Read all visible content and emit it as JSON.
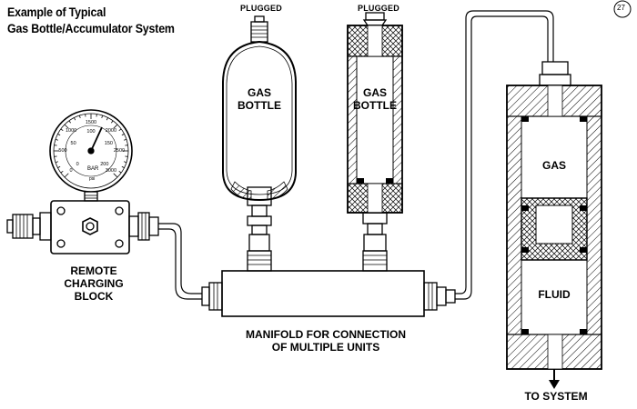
{
  "title": {
    "line1": "Example of Typical",
    "line2": "Gas Bottle/Accumulator System"
  },
  "page_number": "27",
  "labels": {
    "plugged_left": "PLUGGED",
    "plugged_right": "PLUGGED",
    "gas_bottle_left": [
      "GAS",
      "BOTTLE"
    ],
    "gas_bottle_right": [
      "GAS",
      "BOTTLE"
    ],
    "accumulator_gas": "GAS",
    "accumulator_fluid": "FLUID",
    "to_system": "TO SYSTEM",
    "remote_charging_block": [
      "REMOTE",
      "CHARGING",
      "BLOCK"
    ],
    "manifold": [
      "MANIFOLD FOR CONNECTION",
      "OF MULTIPLE UNITS"
    ]
  },
  "gauge": {
    "outer_scale": [
      "0",
      "500",
      "1000",
      "1500",
      "2000",
      "2500",
      "3000"
    ],
    "inner_scale": [
      "0",
      "50",
      "100",
      "150",
      "200"
    ],
    "unit_inner": "BAR",
    "unit_outer": "psi"
  },
  "colors": {
    "line": "#000000",
    "background": "#ffffff"
  }
}
